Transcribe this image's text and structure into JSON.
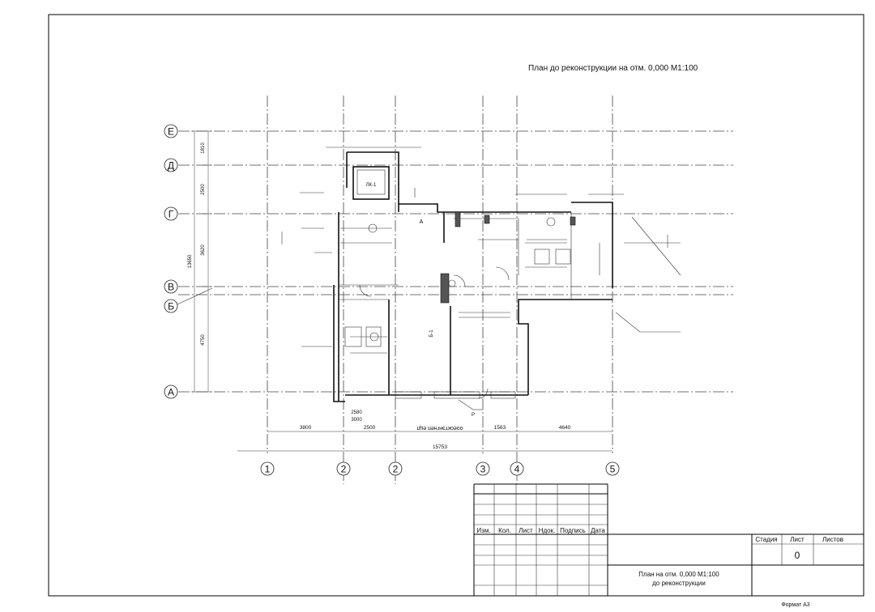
{
  "sheet": {
    "title": "План до реконструкции на отм. 0,000 М1:100",
    "format": "Формат А3"
  },
  "axes": {
    "letters": [
      "Е",
      "Д",
      "Г",
      "В",
      "Б",
      "А"
    ],
    "numbers": [
      "1",
      "2",
      "2",
      "3",
      "4",
      "5"
    ]
  },
  "dimensions": {
    "vertical": [
      "1810",
      "2500",
      "3620",
      "13650",
      "4750"
    ],
    "bottom_row1": [
      "3800",
      "2500",
      "1563",
      "4640"
    ],
    "bottom_total": "15753",
    "under_plan": [
      "2580",
      "3000"
    ]
  },
  "plan_labels": {
    "stair": "ЛК-1",
    "room_big": "Б-1",
    "rotated_note": "ооеоктэнгнеп ецп",
    "marker_a": "А",
    "marker_f": "Р"
  },
  "stamp": {
    "headers": [
      "Изм.",
      "Кол.",
      "Лист",
      "Ндок.",
      "Подпись",
      "Дата"
    ],
    "stage_label": "Стадия",
    "sheet_label": "Лист",
    "sheets_label": "Листов",
    "sheet_value": "0",
    "description_line1": "План на отм. 0,000 М1:100",
    "description_line2": "до реконструкции"
  }
}
